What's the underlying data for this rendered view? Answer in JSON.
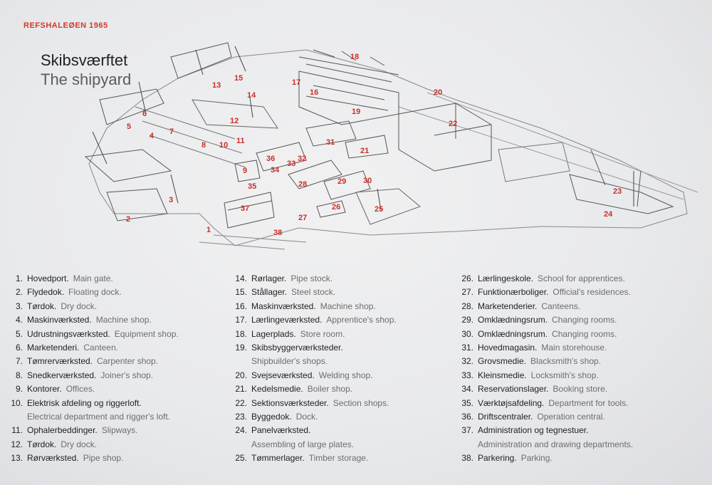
{
  "header": {
    "era": "REFSHALEØEN 1965",
    "title_da": "Skibsværftet",
    "title_en": "The shipyard"
  },
  "colors": {
    "accent": "#d2382c",
    "text": "#222222",
    "muted": "#6d6d6d",
    "line": "#555555"
  },
  "map": {
    "labels": [
      "1",
      "2",
      "3",
      "4",
      "5",
      "6",
      "7",
      "8",
      "9",
      "10",
      "11",
      "12",
      "13",
      "14",
      "15",
      "16",
      "17",
      "18",
      "19",
      "20",
      "21",
      "22",
      "23",
      "24",
      "25",
      "26",
      "27",
      "28",
      "29",
      "30",
      "31",
      "32",
      "33",
      "34",
      "35",
      "36",
      "37",
      "38"
    ]
  },
  "legend": {
    "col1": [
      {
        "n": "1.",
        "da": "Hovedport.",
        "en": "Main gate."
      },
      {
        "n": "2.",
        "da": "Flydedok.",
        "en": "Floating dock."
      },
      {
        "n": "3.",
        "da": "Tørdok.",
        "en": "Dry dock."
      },
      {
        "n": "4.",
        "da": "Maskinværksted.",
        "en": "Machine shop."
      },
      {
        "n": "5.",
        "da": "Udrustningsværksted.",
        "en": "Equipment shop."
      },
      {
        "n": "6.",
        "da": "Marketenderi.",
        "en": "Canteen."
      },
      {
        "n": "7.",
        "da": "Tømrerværksted.",
        "en": "Carpenter shop."
      },
      {
        "n": "8.",
        "da": "Snedkerværksted.",
        "en": "Joiner's shop."
      },
      {
        "n": "9.",
        "da": "Kontorer.",
        "en": "Offices."
      },
      {
        "n": "10.",
        "da": "Elektrisk afdeling og riggerloft.",
        "en": "",
        "en2": "Electrical department and rigger's loft."
      },
      {
        "n": "11.",
        "da": "Ophalerbeddinger.",
        "en": "Slipways."
      },
      {
        "n": "12.",
        "da": "Tørdok.",
        "en": "Dry dock."
      },
      {
        "n": "13.",
        "da": "Rørværksted.",
        "en": "Pipe shop."
      }
    ],
    "col2": [
      {
        "n": "14.",
        "da": "Rørlager.",
        "en": "Pipe stock."
      },
      {
        "n": "15.",
        "da": "Stållager.",
        "en": "Steel stock."
      },
      {
        "n": "16.",
        "da": "Maskinværksted.",
        "en": "Machine shop."
      },
      {
        "n": "17.",
        "da": "Lærlingeværksted.",
        "en": "Apprentice's shop."
      },
      {
        "n": "18.",
        "da": "Lagerplads.",
        "en": "Store room."
      },
      {
        "n": "19.",
        "da": "Skibsbyggerværksteder.",
        "en": "",
        "en2": "Shipbuilder's shops."
      },
      {
        "n": "20.",
        "da": "Svejseværksted.",
        "en": "Welding shop."
      },
      {
        "n": "21.",
        "da": "Kedelsmedie.",
        "en": "Boiler shop."
      },
      {
        "n": "22.",
        "da": "Sektionsværksteder.",
        "en": "Section shops."
      },
      {
        "n": "23.",
        "da": "Byggedok.",
        "en": "Dock."
      },
      {
        "n": "24.",
        "da": "Panelværksted.",
        "en": "",
        "en2": "Assembling of large plates."
      },
      {
        "n": "25.",
        "da": "Tømmerlager.",
        "en": "Timber storage."
      }
    ],
    "col3": [
      {
        "n": "26.",
        "da": "Lærlingeskole.",
        "en": "School for apprentices."
      },
      {
        "n": "27.",
        "da": "Funktionærboliger.",
        "en": "Official's residences."
      },
      {
        "n": "28.",
        "da": "Marketenderier.",
        "en": "Canteens."
      },
      {
        "n": "29.",
        "da": "Omklædningsrum.",
        "en": "Changing rooms."
      },
      {
        "n": "30.",
        "da": "Omklædningsrum.",
        "en": "Changing rooms."
      },
      {
        "n": "31.",
        "da": "Hovedmagasin.",
        "en": "Main storehouse."
      },
      {
        "n": "32.",
        "da": "Grovsmedie.",
        "en": "Blacksmith's shop."
      },
      {
        "n": "33.",
        "da": "Kleinsmedie.",
        "en": "Locksmith's shop."
      },
      {
        "n": "34.",
        "da": "Reservationslager.",
        "en": "Booking store."
      },
      {
        "n": "35.",
        "da": "Værktøjsafdeling.",
        "en": "Department for tools."
      },
      {
        "n": "36.",
        "da": "Driftscentraler.",
        "en": "Operation central."
      },
      {
        "n": "37.",
        "da": "Administration og tegnestuer.",
        "en": "",
        "en2": "Administration and drawing departments."
      },
      {
        "n": "38.",
        "da": "Parkering.",
        "en": "Parking."
      }
    ]
  }
}
